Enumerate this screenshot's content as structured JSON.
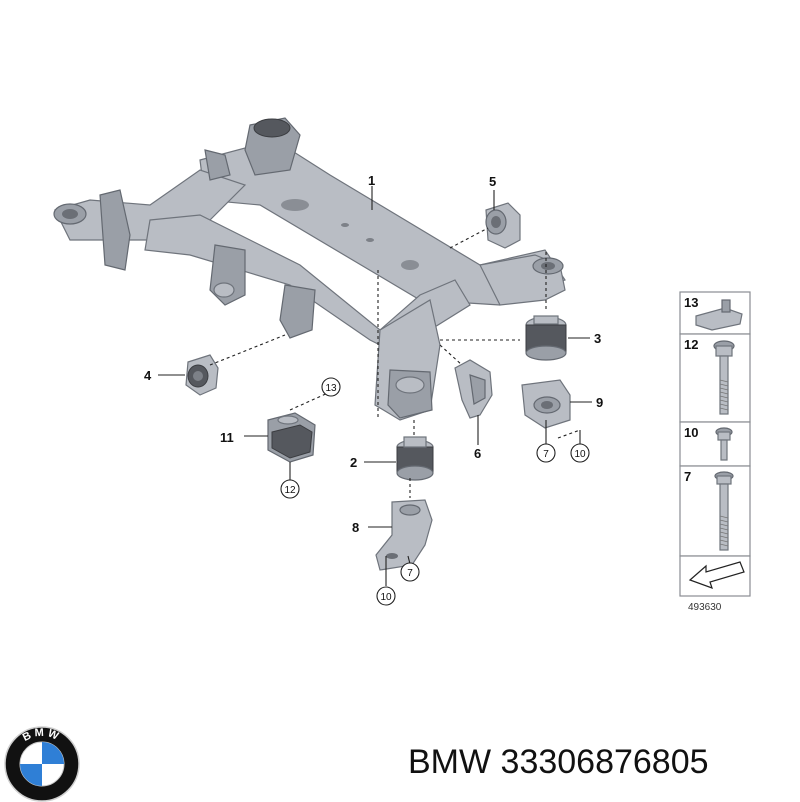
{
  "diagram": {
    "callouts": [
      "1",
      "2",
      "3",
      "4",
      "5",
      "6",
      "8",
      "9",
      "11"
    ],
    "circled_refs": [
      "13",
      "12",
      "7",
      "10",
      "7",
      "10"
    ],
    "legend": {
      "rows": [
        "13",
        "12",
        "10",
        "7"
      ],
      "reference_number": "493630"
    }
  },
  "caption": {
    "brand": "BMW",
    "part_number": "33306876805",
    "text": "BMW 33306876805"
  },
  "logo": {
    "icon": "bmw-roundel-icon",
    "letters": "BMW",
    "colors": {
      "ring": "#111111",
      "blue": "#2f7fd6",
      "white": "#ffffff"
    }
  }
}
